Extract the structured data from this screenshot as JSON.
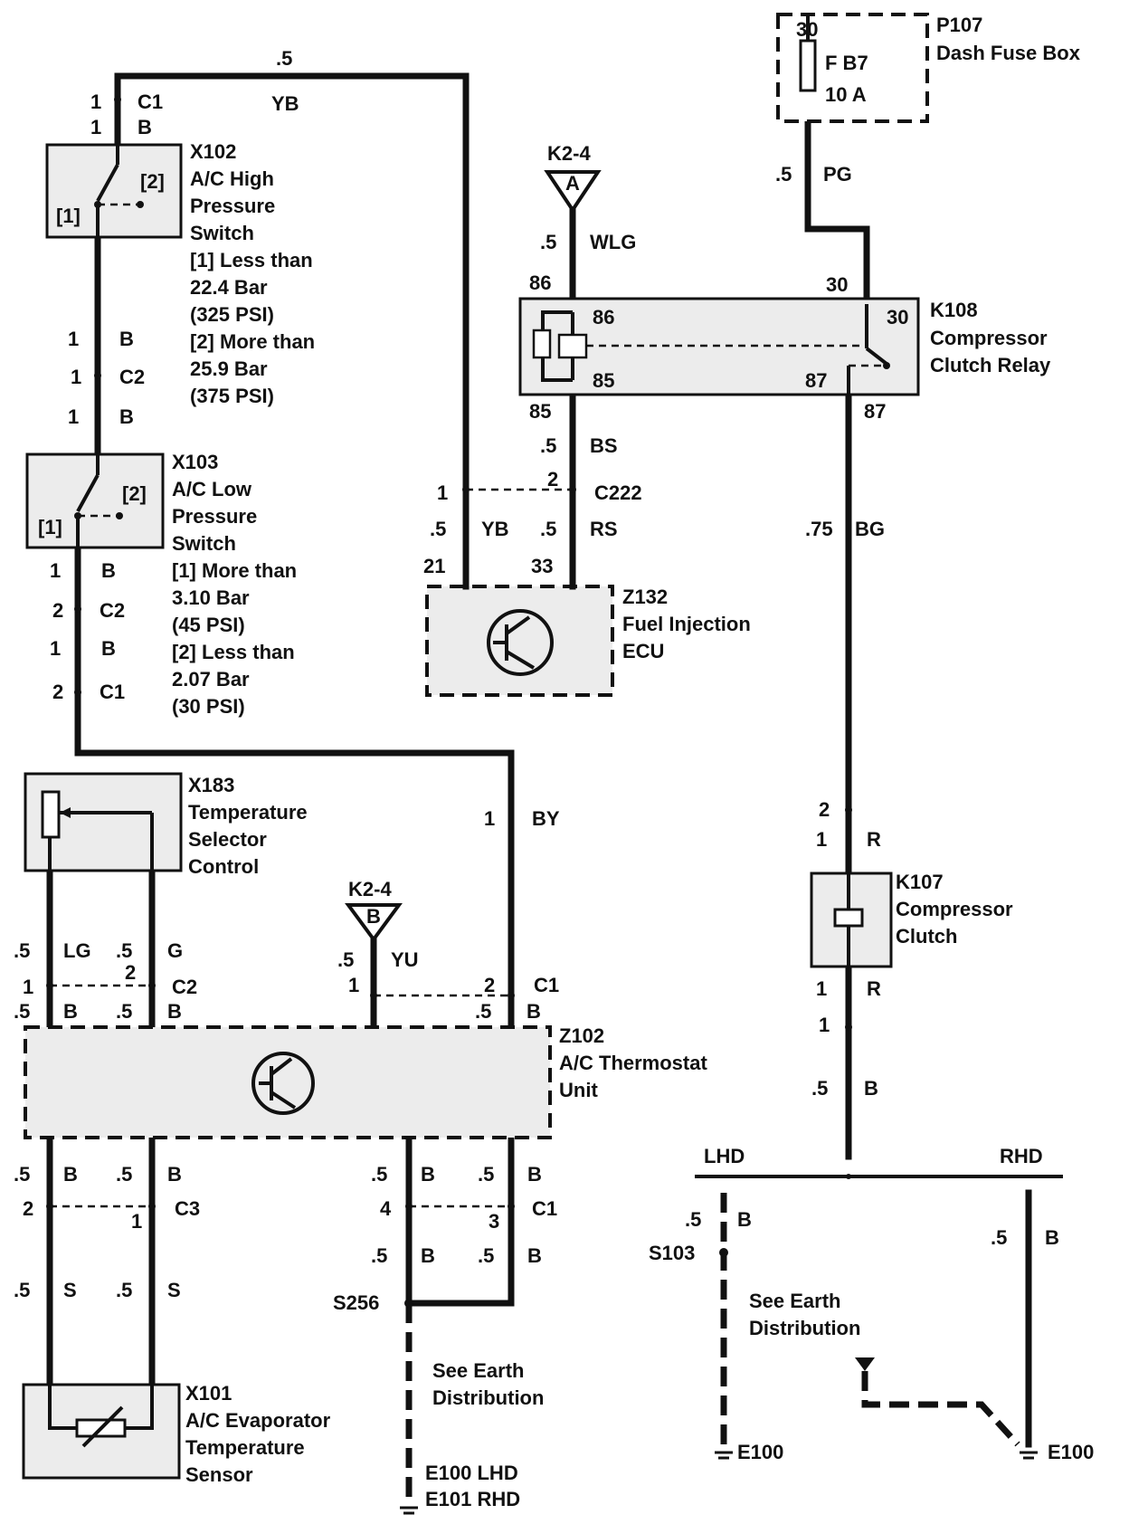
{
  "top_wire": {
    "size": ".5",
    "color": "YB"
  },
  "x102": {
    "conn_top": [
      "1",
      "C1",
      "1",
      "B"
    ],
    "title": [
      "X102",
      "A/C High",
      "Pressure",
      "Switch"
    ],
    "notes": [
      "[1]  Less than",
      "22.4 Bar",
      "(325 PSI)",
      "[2]  More than",
      "25.9 Bar",
      "(375 PSI)"
    ],
    "pin1": "[1]",
    "pin2": "[2]"
  },
  "mid_conn1": [
    "1",
    "B",
    "1",
    "C2",
    "1",
    "B"
  ],
  "x103": {
    "title": [
      "X103",
      "A/C Low",
      "Pressure",
      "Switch"
    ],
    "notes": [
      "[1]  More than",
      "3.10 Bar",
      "(45 PSI)",
      "[2]  Less than",
      "2.07 Bar",
      "(30 PSI)"
    ],
    "pin1": "[1]",
    "pin2": "[2]"
  },
  "mid_conn2": [
    "1",
    "B",
    "2",
    "C2",
    "1",
    "B",
    "2",
    "C1"
  ],
  "k2_4a": {
    "label": "K2-4",
    "letter": "A",
    "size": ".5",
    "color": "WLG"
  },
  "k108": {
    "title": [
      "K108",
      "Compressor",
      "Clutch Relay"
    ],
    "pins_out": [
      "86",
      "85",
      "30",
      "87"
    ],
    "pins_in": [
      "86",
      "85",
      "30",
      "87"
    ]
  },
  "p107": {
    "title": [
      "P107",
      "Dash Fuse Box"
    ],
    "pin": "30",
    "fuse": "F B7",
    "amps": "10 A",
    "size": ".5",
    "color": "PG"
  },
  "k108_out": {
    "size1": ".5",
    "color1": "BS",
    "c222_p1": "1",
    "c222_p2": "2",
    "c222": "C222",
    "yb_size": ".5",
    "yb": "YB",
    "rs_size": ".5",
    "rs": "RS",
    "pin21": "21",
    "pin33": "33",
    "bg_size": ".75",
    "bg": "BG"
  },
  "z132": {
    "title": [
      "Z132",
      "Fuel Injection",
      "ECU"
    ]
  },
  "by_wire": {
    "num": "1",
    "color": "BY"
  },
  "x183": {
    "title": [
      "X183",
      "Temperature",
      "Selector",
      "Control"
    ]
  },
  "k2_4b": {
    "label": "K2-4",
    "letter": "B",
    "size": ".5",
    "color": "YU"
  },
  "x183_wires": [
    ".5",
    "LG",
    ".5",
    "G",
    "1",
    "2",
    "C2",
    ".5",
    "B",
    ".5",
    "B"
  ],
  "z102_top": {
    "p1": "1",
    "p2": "2",
    "c1": "C1",
    "s1": ".5",
    "b1": "B"
  },
  "z102": {
    "title": [
      "Z102",
      "A/C Thermostat",
      "Unit"
    ]
  },
  "k107_conn": {
    "p2": "2",
    "p1": "1",
    "r": "R"
  },
  "k107": {
    "title": [
      "K107",
      "Compressor",
      "Clutch"
    ]
  },
  "k107_out": {
    "p1": "1",
    "r": "R",
    "c1": "1",
    "size": ".5",
    "color": "B"
  },
  "bottom_left": [
    ".5",
    "B",
    ".5",
    "B",
    "2",
    "1",
    "C3",
    ".5",
    "S",
    ".5",
    "S"
  ],
  "bottom_mid": [
    ".5",
    "B",
    ".5",
    "B",
    "4",
    "3",
    "C1",
    ".5",
    "B",
    ".5",
    "B",
    "S256"
  ],
  "x101": {
    "title": [
      "X101",
      "A/C Evaporator",
      "Temperature",
      "Sensor"
    ]
  },
  "earth_mid": {
    "note": [
      "See Earth",
      "Distribution"
    ],
    "e1": "E100  LHD",
    "e2": "E101  RHD"
  },
  "earth_right": {
    "lhd": "LHD",
    "rhd": "RHD",
    "size_l": ".5",
    "b_l": "B",
    "s103": "S103",
    "size_r": ".5",
    "b_r": "B",
    "note": [
      "See Earth",
      "Distribution"
    ],
    "e_l": "E100",
    "e_r": "E100"
  }
}
